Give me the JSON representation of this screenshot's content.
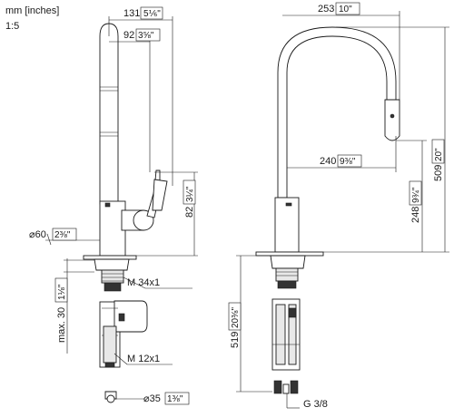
{
  "header": {
    "units": "mm [inches]",
    "scale": "1:5"
  },
  "dimensions": {
    "d131": {
      "mm": "131",
      "in": "5⅙\""
    },
    "d92": {
      "mm": "92",
      "in": "3⅝\""
    },
    "d82": {
      "mm": "82",
      "in": "3¼\""
    },
    "d60": {
      "prefix": "⌀60",
      "in": "2⅜\""
    },
    "m34": "M 34x1",
    "max30": {
      "mm": "max. 30",
      "in": "1⅛\""
    },
    "m12": "M 12x1",
    "d35": {
      "prefix": "⌀35",
      "in": "1⅜\""
    },
    "d253": {
      "mm": "253",
      "in": "10\""
    },
    "d240": {
      "mm": "240",
      "in": "9⅜\""
    },
    "d248": {
      "mm": "248",
      "in": "9¾\""
    },
    "d509": {
      "mm": "509",
      "in": "20\""
    },
    "d519": {
      "mm": "519",
      "in": "20⅜\""
    },
    "g38": "G 3/8"
  }
}
